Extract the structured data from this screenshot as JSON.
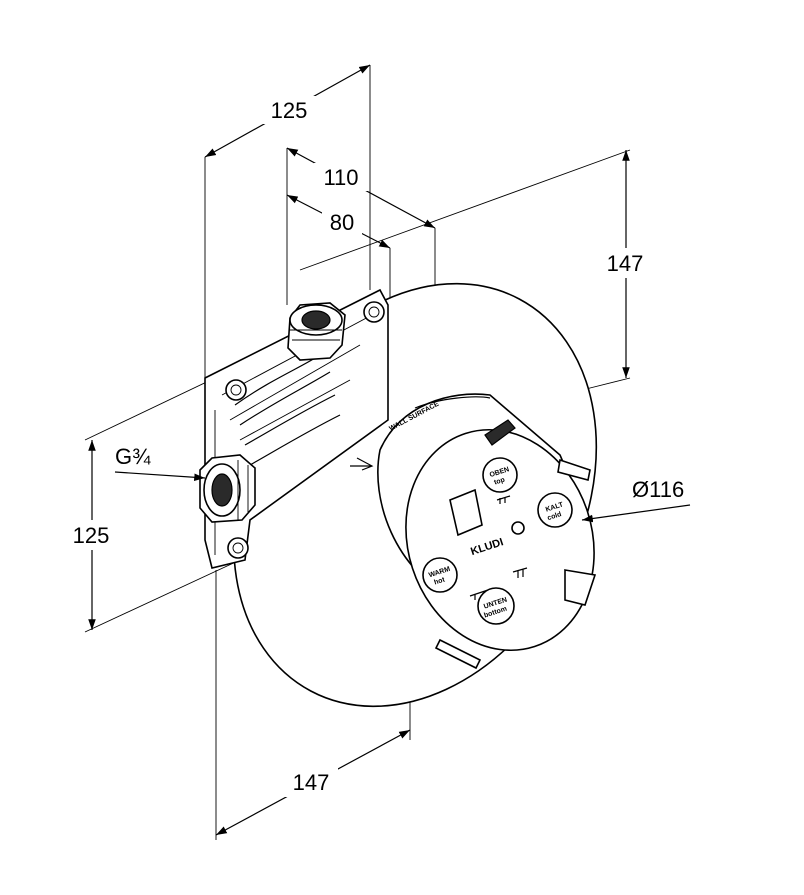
{
  "dimensions": {
    "top_outer": "125",
    "top_mid": "110",
    "top_inner": "80",
    "right_height": "147",
    "left_height": "125",
    "bottom_width": "147",
    "diameter": "Ø116",
    "thread": "G¾"
  },
  "labels": {
    "wall_surface": "WALL SURFACE",
    "brand": "KLUDI",
    "top_de": "OBEN",
    "top_en": "top",
    "cold_de": "KALT",
    "cold_en": "cold",
    "warm_de": "WARM",
    "warm_en": "hot",
    "bottom_de": "UNTEN",
    "bottom_en": "bottom"
  }
}
